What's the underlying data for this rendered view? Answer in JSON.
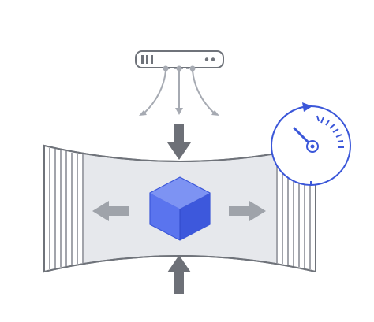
{
  "diagram": {
    "nodes": [
      {
        "name": "server",
        "icon": "server-rack-icon",
        "label": ""
      },
      {
        "name": "box",
        "icon": "cube-icon",
        "label": ""
      },
      {
        "name": "speed",
        "icon": "speedometer-icon",
        "label": ""
      }
    ],
    "edges": [
      {
        "from": "server",
        "to": "box",
        "kind": "compress-down"
      },
      {
        "from": "outside",
        "to": "box",
        "kind": "compress-up"
      },
      {
        "from": "box",
        "to": "left",
        "kind": "expand"
      },
      {
        "from": "box",
        "to": "right",
        "kind": "expand"
      }
    ]
  },
  "colors": {
    "outline": "#6f737a",
    "light_outline": "#a6aab2",
    "arrow": "#6d7077",
    "arrow_light": "#9fa3aa",
    "panel_fill": "#e6e8ec",
    "stripe_fill": "#ffffff",
    "accent": "#3b57d9",
    "cube_top": "#7d93f3",
    "cube_left": "#5a74ee",
    "cube_right": "#3d58dc"
  }
}
